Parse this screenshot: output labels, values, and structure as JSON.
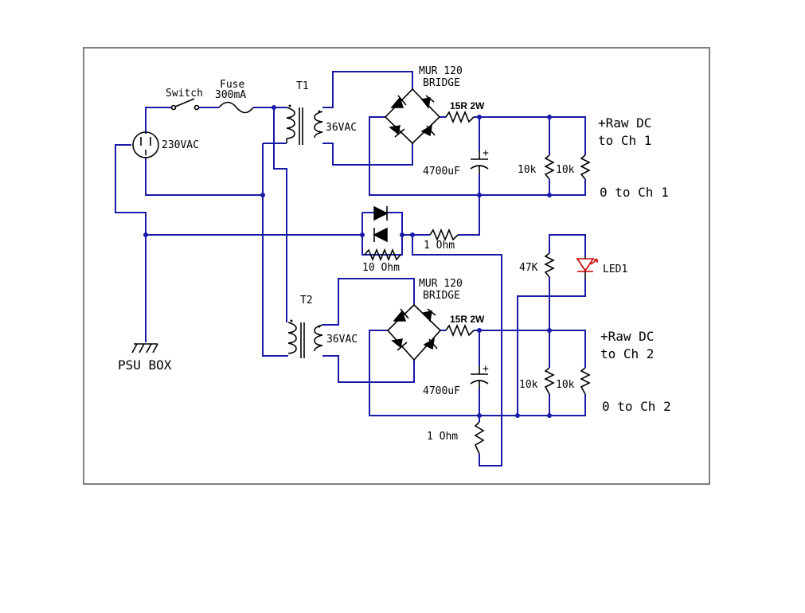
{
  "labels": {
    "switch": "Switch",
    "fuse_name": "Fuse",
    "fuse_value": "300mA",
    "mains": "230VAC",
    "t1": "T1",
    "t2": "T2",
    "sec1": "36VAC",
    "sec2": "36VAC",
    "bridge1_line1": "MUR 120",
    "bridge1_line2": "BRIDGE",
    "bridge2_line1": "MUR 120",
    "bridge2_line2": "BRIDGE",
    "r15_1": "15R 2W",
    "r15_2": "15R 2W",
    "cap1": "4700uF",
    "cap2": "4700uF",
    "r10k_1a": "10k",
    "r10k_1b": "10k",
    "r10k_2a": "10k",
    "r10k_2b": "10k",
    "raw_dc_1_line1": "+Raw DC",
    "raw_dc_1_line2": "to Ch 1",
    "zero_ch1": "0 to Ch 1",
    "raw_dc_2_line1": "+Raw DC",
    "raw_dc_2_line2": "to Ch 2",
    "zero_ch2": "0 to Ch 2",
    "one_ohm_1": "1 Ohm",
    "one_ohm_2": "1 Ohm",
    "ten_ohm": "10 Ohm",
    "r47k": "47K",
    "led": "LED1",
    "ground": "PSU BOX",
    "cap_plus_1": "+",
    "cap_plus_2": "+"
  },
  "colors": {
    "wire": "#1a1aa8",
    "component": "#000000",
    "led": "#cc0000",
    "frame": "#808080"
  }
}
